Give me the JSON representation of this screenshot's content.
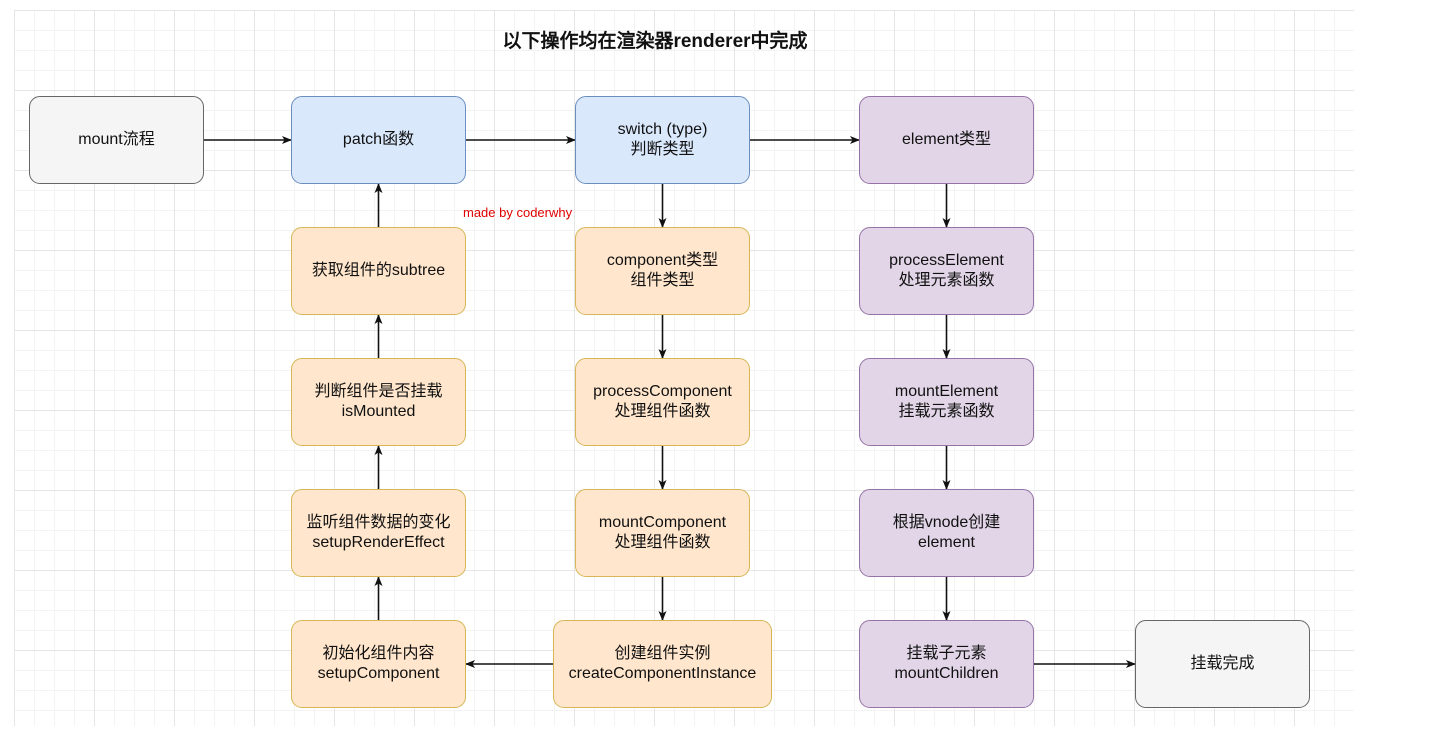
{
  "title": "以下操作均在渲染器renderer中完成",
  "watermark": "made by coderwhy",
  "colors": {
    "gray_fill": "#f5f5f5",
    "gray_stroke": "#666666",
    "blue_fill": "#dae8fc",
    "blue_stroke": "#6c8ebf",
    "orange_fill": "#ffe6cc",
    "orange_stroke": "#d6b656",
    "purple_fill": "#e1d5e7",
    "purple_stroke": "#9673a6",
    "watermark": "#e00000"
  },
  "nodes": {
    "mount_flow": {
      "lines": [
        "mount流程"
      ]
    },
    "patch": {
      "lines": [
        "patch函数"
      ]
    },
    "switch_type": {
      "lines": [
        "switch (type)",
        "判断类型"
      ]
    },
    "element_type": {
      "lines": [
        "element类型"
      ]
    },
    "get_subtree": {
      "lines": [
        "获取组件的subtree"
      ]
    },
    "is_mounted": {
      "lines": [
        "判断组件是否挂载",
        "isMounted"
      ]
    },
    "setup_render_effect": {
      "lines": [
        "监听组件数据的变化",
        "setupRenderEffect"
      ]
    },
    "setup_component": {
      "lines": [
        "初始化组件内容",
        "setupComponent"
      ]
    },
    "component_type": {
      "lines": [
        "component类型",
        "组件类型"
      ]
    },
    "process_component": {
      "lines": [
        "processComponent",
        "处理组件函数"
      ]
    },
    "mount_component": {
      "lines": [
        "mountComponent",
        "处理组件函数"
      ]
    },
    "create_instance": {
      "lines": [
        "创建组件实例",
        "createComponentInstance"
      ]
    },
    "process_element": {
      "lines": [
        "processElement",
        "处理元素函数"
      ]
    },
    "mount_element": {
      "lines": [
        "mountElement",
        "挂载元素函数"
      ]
    },
    "create_element": {
      "lines": [
        "根据vnode创建",
        "element"
      ]
    },
    "mount_children": {
      "lines": [
        "挂载子元素",
        "mountChildren"
      ]
    },
    "mount_done": {
      "lines": [
        "挂载完成"
      ]
    }
  },
  "edges": [
    [
      "mount_flow",
      "patch"
    ],
    [
      "patch",
      "switch_type"
    ],
    [
      "switch_type",
      "element_type"
    ],
    [
      "switch_type",
      "component_type"
    ],
    [
      "component_type",
      "process_component"
    ],
    [
      "process_component",
      "mount_component"
    ],
    [
      "mount_component",
      "create_instance"
    ],
    [
      "create_instance",
      "setup_component"
    ],
    [
      "setup_component",
      "setup_render_effect"
    ],
    [
      "setup_render_effect",
      "is_mounted"
    ],
    [
      "is_mounted",
      "get_subtree"
    ],
    [
      "get_subtree",
      "patch"
    ],
    [
      "element_type",
      "process_element"
    ],
    [
      "process_element",
      "mount_element"
    ],
    [
      "mount_element",
      "create_element"
    ],
    [
      "create_element",
      "mount_children"
    ],
    [
      "mount_children",
      "mount_done"
    ]
  ]
}
